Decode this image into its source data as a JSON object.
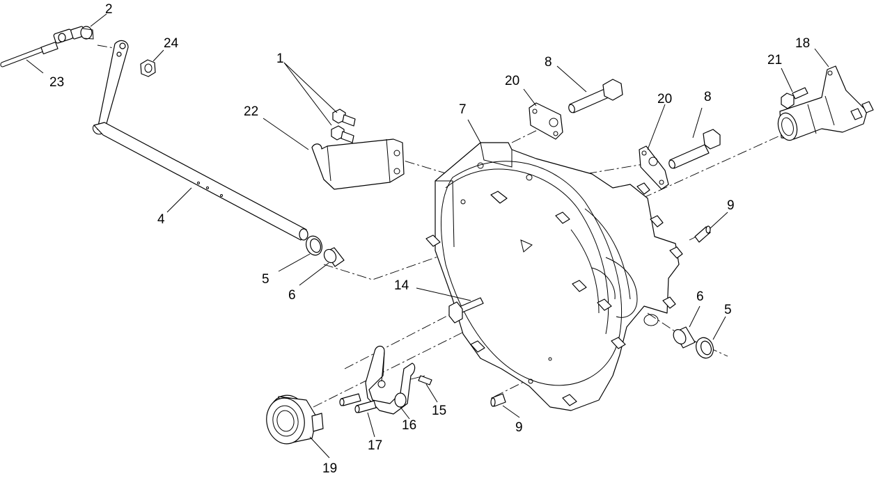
{
  "diagram": {
    "callouts": {
      "c1": "1",
      "c2": "2",
      "c4": "4",
      "c5a": "5",
      "c5b": "5",
      "c6a": "6",
      "c6b": "6",
      "c7": "7",
      "c8a": "8",
      "c8b": "8",
      "c9a": "9",
      "c9b": "9",
      "c14": "14",
      "c15": "15",
      "c16": "16",
      "c17": "17",
      "c18": "18",
      "c19": "19",
      "c20a": "20",
      "c20b": "20",
      "c21": "21",
      "c22": "22",
      "c23": "23",
      "c24": "24"
    }
  }
}
